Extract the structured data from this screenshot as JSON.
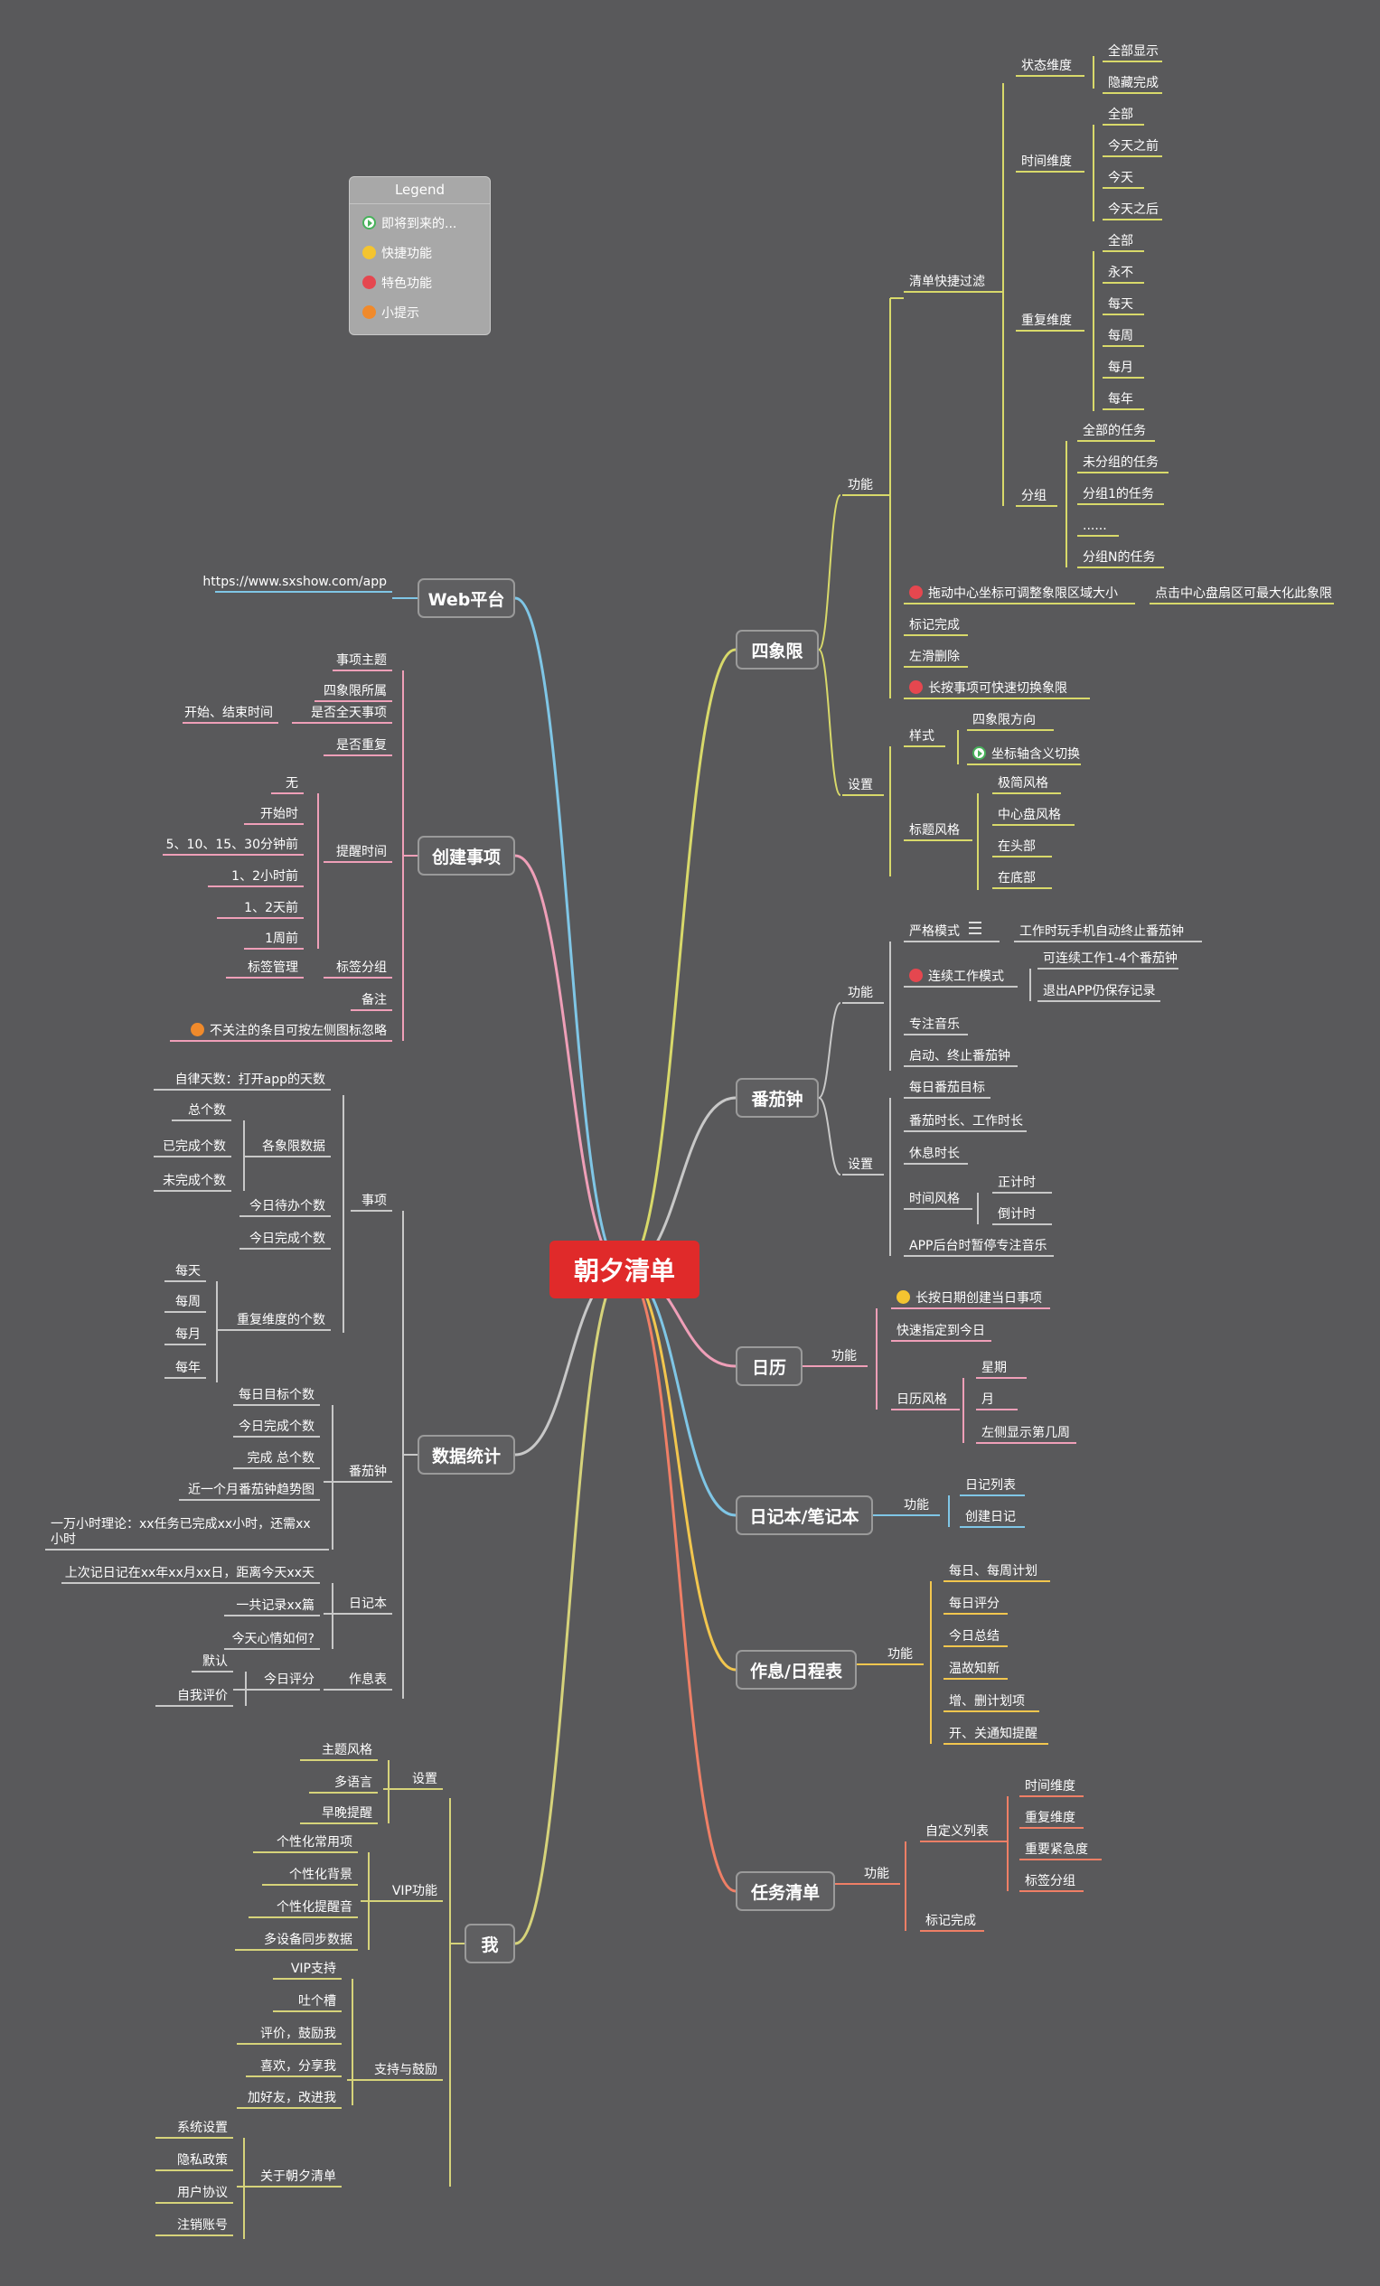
{
  "root": "朝夕清单",
  "legend": {
    "title": "Legend",
    "items": [
      {
        "icon": "play-icon",
        "color": "#47b25a",
        "label": "即将到来的..."
      },
      {
        "icon": "flag-icon",
        "color": "#f4c430",
        "label": "快捷功能"
      },
      {
        "icon": "thumbs-up-icon",
        "color": "#e5474f",
        "label": "特色功能"
      },
      {
        "icon": "bell-icon",
        "color": "#f08a2b",
        "label": "小提示"
      }
    ]
  },
  "branch_colors": {
    "web": "#7fc6e6",
    "create": "#ef9fb8",
    "stats": "#c8c8c8",
    "me": "#d6d37a",
    "sixiang": "#d8d96a",
    "fanqie": "#c8c8c8",
    "rili": "#ef9fb8",
    "riji": "#7fc6e6",
    "zuoxi": "#f2c64e",
    "renwu": "#ef7f66"
  },
  "topics": {
    "web": "Web平台",
    "create": "创建事项",
    "stats": "数据统计",
    "me": "我",
    "sixiang": "四象限",
    "fanqie": "番茄钟",
    "rili": "日历",
    "riji": "日记本/笔记本",
    "zuoxi": "作息/日程表",
    "renwu": "任务清单"
  },
  "labels": {
    "s_gn": "功能",
    "s_qdkjgl": "清单快捷过滤",
    "s_ztwd": "状态维度",
    "s_qbxs": "全部显示",
    "s_ycwc": "隐藏完成",
    "s_sjwd": "时间维度",
    "s_t_qb": "全部",
    "s_jtzq": "今天之前",
    "s_jt": "今天",
    "s_jtzh": "今天之后",
    "s_cfwd": "重复维度",
    "s_c_qb": "全部",
    "s_yb": "永不",
    "s_mt": "每天",
    "s_mz": "每周",
    "s_my": "每月",
    "s_mn": "每年",
    "s_fz": "分组",
    "s_qbdrw": "全部的任务",
    "s_wfzdrw": "未分组的任务",
    "s_fz1": "分组1的任务",
    "s_dots": "......",
    "s_fzN": "分组N的任务",
    "s_tdzx": "拖动中心坐标可调整象限区域大小",
    "s_djzx": "点击中心盘扇区可最大化此象限",
    "s_bjwc": "标记完成",
    "s_zhsc": "左滑删除",
    "s_ca": "长按事项可快速切换象限",
    "s_sz": "设置",
    "s_ys": "样式",
    "s_sxxfx": "四象限方向",
    "s_zbz": "坐标轴含义切换",
    "s_btfg": "标题风格",
    "s_jjfg": "极简风格",
    "s_zxpfg": "中心盘风格",
    "s_ztb": "在头部",
    "s_zdb": "在底部",
    "f_gn": "功能",
    "f_ygms": "严格模式",
    "f_wanshou": "工作时玩手机自动终止番茄钟",
    "f_lxgz": "连续工作模式",
    "f_klx": "可连续工作1-4个番茄钟",
    "f_tc": "退出APP仍保存记录",
    "f_zzyy": "专注音乐",
    "f_qd": "启动、终止番茄钟",
    "f_sz": "设置",
    "f_mrmb": "每日番茄目标",
    "f_fqsc": "番茄时长、工作时长",
    "f_xxsc": "休息时长",
    "f_sjfg": "时间风格",
    "f_zjs": "正计时",
    "f_djs": "倒计时",
    "f_ht": "APP后台时暂停专注音乐",
    "r_gn": "功能",
    "r_ca": "长按日期创建当日事项",
    "r_ks": "快速指定到今日",
    "r_rlfg": "日历风格",
    "r_xq": "星期",
    "r_y": "月",
    "r_zc": "左侧显示第几周",
    "j_gn": "功能",
    "j_rjlb": "日记列表",
    "j_cjrj": "创建日记",
    "z_gn": "功能",
    "z_mr": "每日、每周计划",
    "z_mrpf": "每日评分",
    "z_jrzj": "今日总结",
    "z_wgzx": "温故知新",
    "z_zsjh": "增、删计划项",
    "z_kg": "开、关通知提醒",
    "t_gn": "功能",
    "t_zdy": "自定义列表",
    "t_sjwd": "时间维度",
    "t_cfwd": "重复维度",
    "t_zyjj": "重要紧急度",
    "t_bqfz": "标签分组",
    "t_bjwc": "标记完成",
    "w_url": "https://www.sxshow.com/app",
    "c_sxzt": "事项主题",
    "c_sxxss": "四象限所属",
    "c_sfqt": "是否全天事项",
    "c_ksjs": "开始、结束时间",
    "c_sfcf": "是否重复",
    "c_txsj": "提醒时间",
    "c_w": "无",
    "c_ksh": "开始时",
    "c_5": "5、10、15、30分钟前",
    "c_12h": "1、2小时前",
    "c_12d": "1、2天前",
    "c_1z": "1周前",
    "c_bqfz": "标签分组",
    "c_bqgl": "标签管理",
    "c_bz": "备注",
    "c_bgz": "不关注的条目可按左侧图标忽略",
    "d_sx": "事项",
    "d_zl": "自律天数：打开app的天数",
    "d_gx": "各象限数据",
    "d_zgs": "总个数",
    "d_ywc": "已完成个数",
    "d_wwc": "未完成个数",
    "d_jrdb": "今日待办个数",
    "d_jrwc": "今日完成个数",
    "d_cfwd": "重复维度的个数",
    "d_mt": "每天",
    "d_mz": "每周",
    "d_my": "每月",
    "d_mn": "每年",
    "d_fqz": "番茄钟",
    "d_mrmb": "每日目标个数",
    "d_jrwcs": "今日完成个数",
    "d_wczs": "完成 总个数",
    "d_jyg": "近一个月番茄钟趋势图",
    "d_yw": "一万小时理论：xx任务已完成xx小时，还需xx小时",
    "d_rjb": "日记本",
    "d_scjl": "上次记日记在xx年xx月xx日，距离今天xx天",
    "d_yg": "一共记录xx篇",
    "d_jtxq": "今天心情如何?",
    "d_zxb": "作息表",
    "d_jrpf": "今日评分",
    "d_mr": "默认",
    "d_zwpj": "自我评价",
    "m_sz": "设置",
    "m_ztfg": "主题风格",
    "m_dyy": "多语言",
    "m_zwtx": "早晚提醒",
    "m_vip": "VIP功能",
    "m_gxcy": "个性化常用项",
    "m_gxbj": "个性化背景",
    "m_gxty": "个性化提醒音",
    "m_dsb": "多设备同步数据",
    "m_zcgl": "支持与鼓励",
    "m_vipzc": "VIP支持",
    "m_tgc": "吐个槽",
    "m_pj": "评价，鼓励我",
    "m_xh": "喜欢，分享我",
    "m_jhy": "加好友，改进我",
    "m_gy": "关于朝夕清单",
    "m_xtsz": "系统设置",
    "m_yszc": "隐私政策",
    "m_yhxy": "用户协议",
    "m_zxzh": "注销账号"
  }
}
